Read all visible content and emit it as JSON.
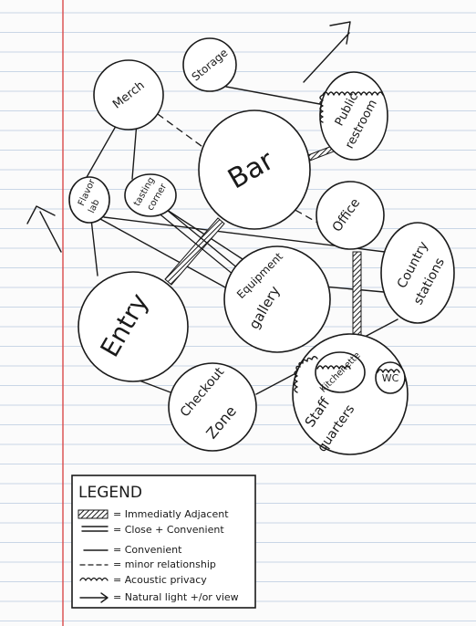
{
  "diagram": {
    "type": "bubble-diagram",
    "colors": {
      "paper": "#fbfbfb",
      "rule_line": "#c9d6e6",
      "margin_line": "#d94a4a",
      "ink": "#1a1a1a"
    },
    "rooms": {
      "storage": "Storage",
      "merch": "Merch",
      "public_restroom_1": "Public",
      "public_restroom_2": "restroom",
      "bar": "Bar",
      "flavor_lab_1": "Flavor",
      "flavor_lab_2": "lab",
      "tasting_corner_1": "tasting",
      "tasting_corner_2": "corner",
      "office": "Office",
      "country_stations_1": "Country",
      "country_stations_2": "stations",
      "equipment_gallery_1": "Equipment",
      "equipment_gallery_2": "gallery",
      "entry": "Entry",
      "kitchenette": "Kitchenette",
      "wc": "WC",
      "staff_quarters_1": "Staff",
      "staff_quarters_2": "quarters",
      "checkout_zone_1": "Checkout",
      "checkout_zone_2": "Zone"
    }
  },
  "legend": {
    "title": "LEGEND",
    "items": [
      "= Immediatly Adjacent",
      "= Close + Convenient",
      "= Convenient",
      "= minor relationship",
      "= Acoustic privacy",
      "= Natural light +/or view"
    ]
  }
}
